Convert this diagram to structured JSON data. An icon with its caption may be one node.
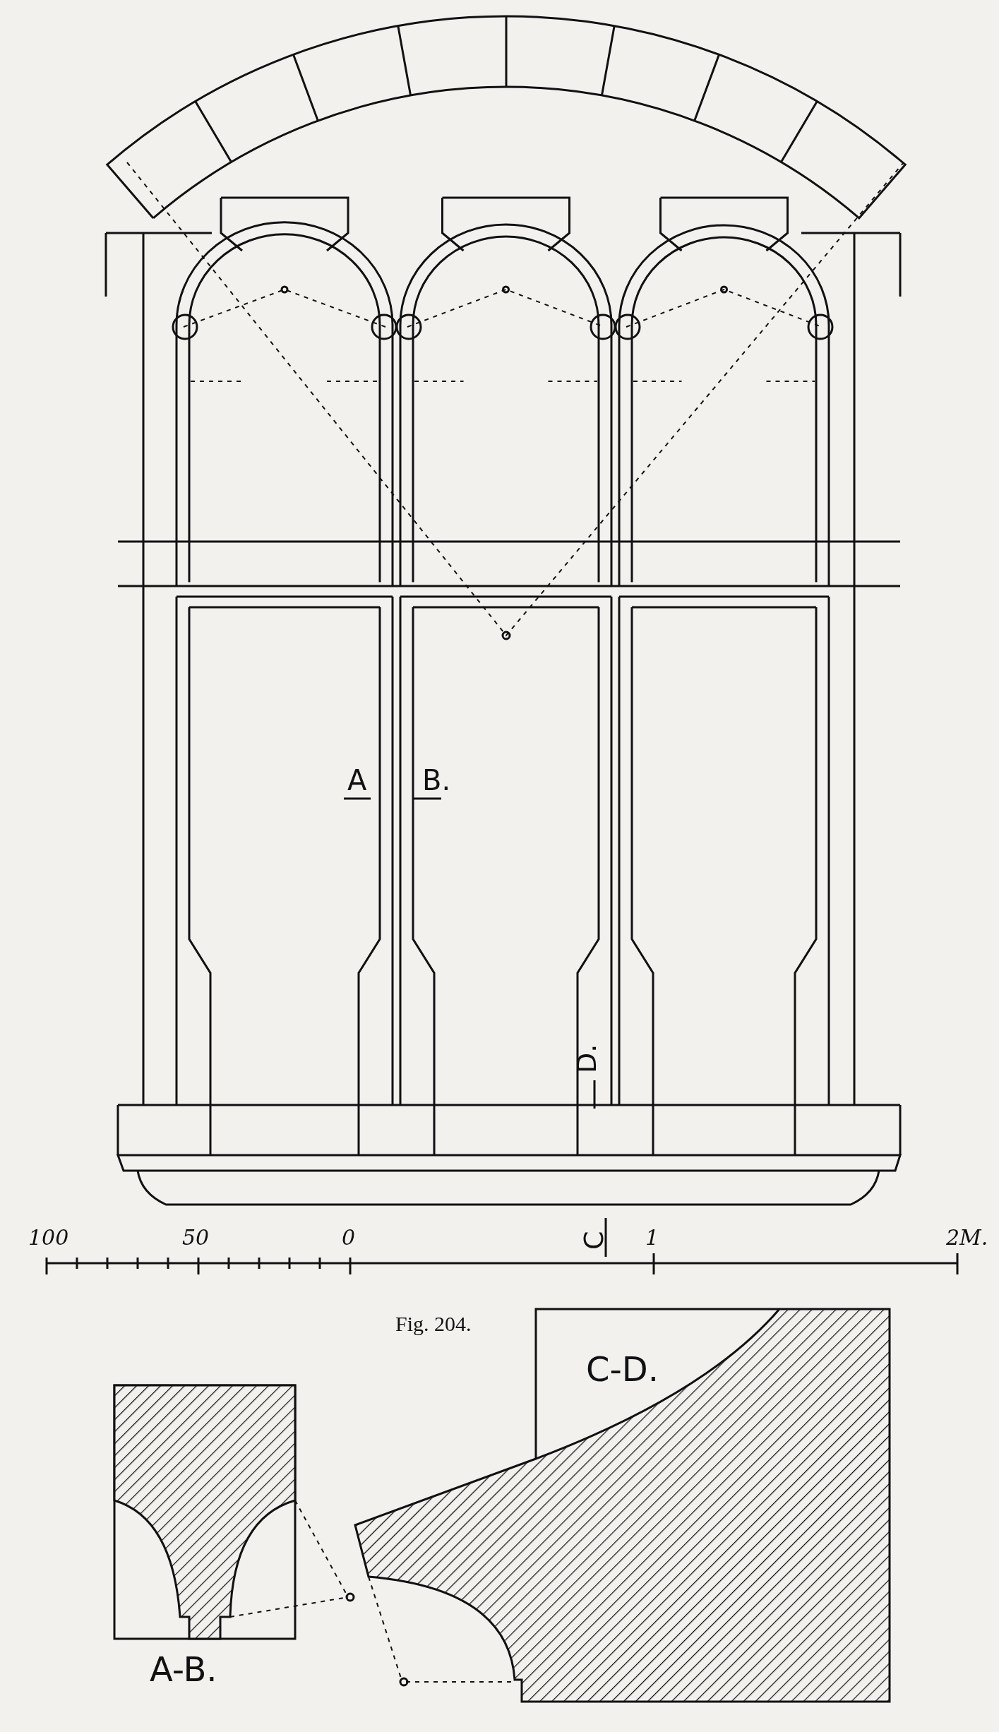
{
  "diagram": {
    "caption": "Fig. 204.",
    "labels": [
      "A",
      "B.",
      "D.",
      "100",
      "50",
      "0",
      "C",
      "1",
      "2M.",
      "C-D.",
      "A-B."
    ]
  }
}
